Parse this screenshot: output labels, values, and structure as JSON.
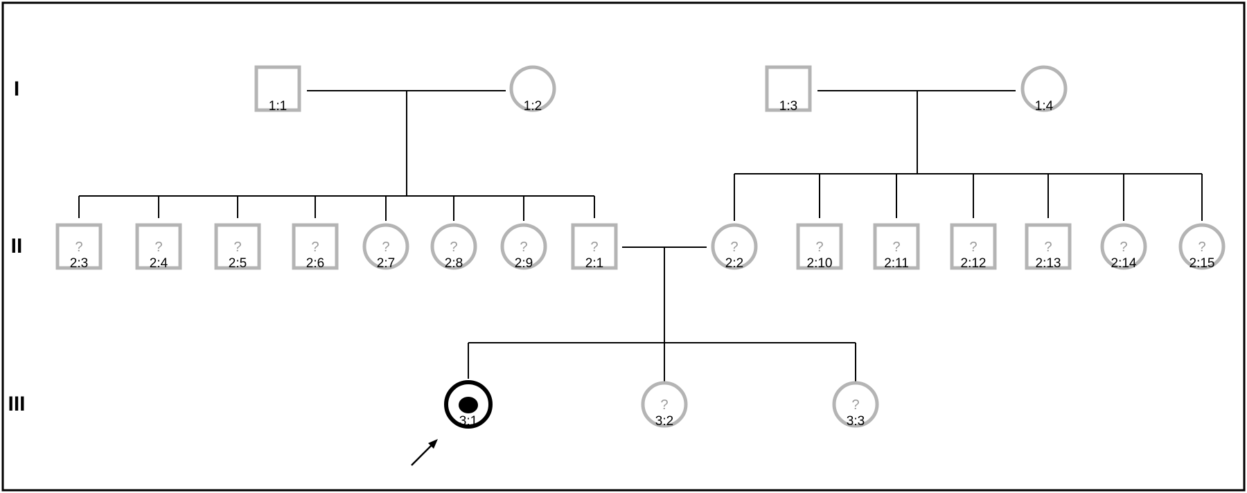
{
  "generations": [
    "I",
    "II",
    "III"
  ],
  "individuals": [
    {
      "id": "1:1",
      "sex": "male",
      "status": "unaffected",
      "unknown_mark": ""
    },
    {
      "id": "1:2",
      "sex": "female",
      "status": "unaffected",
      "unknown_mark": ""
    },
    {
      "id": "1:3",
      "sex": "male",
      "status": "unaffected",
      "unknown_mark": ""
    },
    {
      "id": "1:4",
      "sex": "female",
      "status": "unaffected",
      "unknown_mark": ""
    },
    {
      "id": "2:3",
      "sex": "male",
      "status": "unknown",
      "unknown_mark": "?"
    },
    {
      "id": "2:4",
      "sex": "male",
      "status": "unknown",
      "unknown_mark": "?"
    },
    {
      "id": "2:5",
      "sex": "male",
      "status": "unknown",
      "unknown_mark": "?"
    },
    {
      "id": "2:6",
      "sex": "male",
      "status": "unknown",
      "unknown_mark": "?"
    },
    {
      "id": "2:7",
      "sex": "female",
      "status": "unknown",
      "unknown_mark": "?"
    },
    {
      "id": "2:8",
      "sex": "female",
      "status": "unknown",
      "unknown_mark": "?"
    },
    {
      "id": "2:9",
      "sex": "female",
      "status": "unknown",
      "unknown_mark": "?"
    },
    {
      "id": "2:1",
      "sex": "male",
      "status": "unknown",
      "unknown_mark": "?"
    },
    {
      "id": "2:2",
      "sex": "female",
      "status": "unknown",
      "unknown_mark": "?"
    },
    {
      "id": "2:10",
      "sex": "male",
      "status": "unknown",
      "unknown_mark": "?"
    },
    {
      "id": "2:11",
      "sex": "male",
      "status": "unknown",
      "unknown_mark": "?"
    },
    {
      "id": "2:12",
      "sex": "male",
      "status": "unknown",
      "unknown_mark": "?"
    },
    {
      "id": "2:13",
      "sex": "male",
      "status": "unknown",
      "unknown_mark": "?"
    },
    {
      "id": "2:14",
      "sex": "female",
      "status": "unknown",
      "unknown_mark": "?"
    },
    {
      "id": "2:15",
      "sex": "female",
      "status": "unknown",
      "unknown_mark": "?"
    },
    {
      "id": "3:1",
      "sex": "female",
      "status": "proband-carrier",
      "unknown_mark": ""
    },
    {
      "id": "3:2",
      "sex": "female",
      "status": "unknown",
      "unknown_mark": "?"
    },
    {
      "id": "3:3",
      "sex": "female",
      "status": "unknown",
      "unknown_mark": "?"
    }
  ],
  "colors": {
    "symbol_gray": "#b4b4b4",
    "symbol_proband": "#000000",
    "line": "#000000",
    "question_mark": "#9a9a9a"
  },
  "proband_arrow_icon": "arrow-icon"
}
